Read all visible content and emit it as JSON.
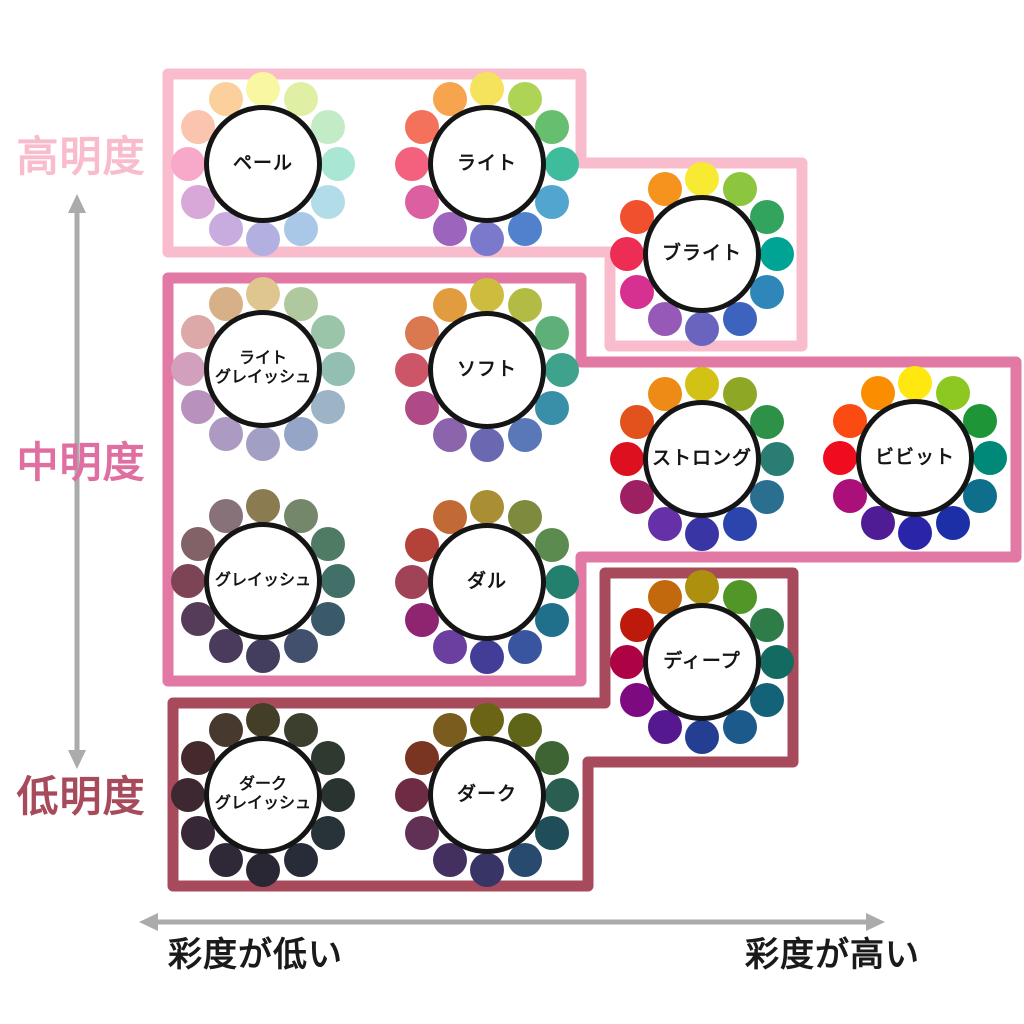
{
  "axes": {
    "lightness": {
      "high": "高明度",
      "mid": "中明度",
      "low": "低明度",
      "high_color": "#F8BCCC",
      "mid_color": "#DE6FA0",
      "low_color": "#A74B5C",
      "arrow_color": "#ABABAB"
    },
    "saturation": {
      "low": "彩度が低い",
      "high": "彩度が高い",
      "text_color": "#1A1A1A",
      "arrow_color": "#ABABAB"
    }
  },
  "groups": {
    "high": {
      "border_color": "#F8BCCC"
    },
    "mid": {
      "border_color": "#E279A4"
    },
    "low": {
      "border_color": "#A74B5C"
    }
  },
  "rings": {
    "pale": {
      "label": "ペール",
      "colors": [
        "#FAF7A3",
        "#DFF0A4",
        "#C2EBC6",
        "#A9E6D4",
        "#B2DCE8",
        "#A9C8E8",
        "#B3AFE0",
        "#C8ACE0",
        "#D8A9D8",
        "#F8A8C8",
        "#FAC4AE",
        "#FBD09C"
      ]
    },
    "light": {
      "label": "ライト",
      "colors": [
        "#F6E35D",
        "#ADD455",
        "#66BE6E",
        "#3FBC9C",
        "#52A5CE",
        "#5181CC",
        "#7B79CB",
        "#9C64BC",
        "#DC5FA2",
        "#F4617E",
        "#F4715C",
        "#F6A44E"
      ]
    },
    "bright": {
      "label": "ブライト",
      "colors": [
        "#F8E933",
        "#8CC63F",
        "#33A45E",
        "#00A495",
        "#2F86B8",
        "#3C63BE",
        "#6965BE",
        "#9659B8",
        "#D63090",
        "#EE2D55",
        "#F1502F",
        "#F6921E"
      ]
    },
    "light_grayish": {
      "label": "ライト\nグレイッシュ",
      "colors": [
        "#DFC68F",
        "#B0C89E",
        "#9BC5A9",
        "#92BFB2",
        "#9DB4C6",
        "#95A5C8",
        "#A29FC5",
        "#AD9AC2",
        "#B892BC",
        "#D2A0BC",
        "#DCA8A8",
        "#D8B088"
      ]
    },
    "soft": {
      "label": "ソフト",
      "colors": [
        "#CDBC3E",
        "#B2BC45",
        "#5FB078",
        "#3FA28C",
        "#3A8FA8",
        "#5A77B8",
        "#6B68B2",
        "#8B64AC",
        "#B04A86",
        "#CC5668",
        "#DA7850",
        "#E29C40"
      ]
    },
    "strong": {
      "label": "ストロング",
      "colors": [
        "#D2C215",
        "#8EA826",
        "#2E9148",
        "#2A7D72",
        "#2A6E90",
        "#2C45AC",
        "#3A35A5",
        "#6630A8",
        "#9C2062",
        "#DD1020",
        "#E2521C",
        "#EE8A16"
      ]
    },
    "vivid": {
      "label": "ビビット",
      "colors": [
        "#FFE810",
        "#8CC821",
        "#1E9638",
        "#008878",
        "#0E6E8C",
        "#1C2FA6",
        "#2A24A8",
        "#4F1C96",
        "#AA0F7A",
        "#EE0C1E",
        "#FB4A12",
        "#FB8D00"
      ]
    },
    "grayish": {
      "label": "グレイッシュ",
      "colors": [
        "#8B7B51",
        "#74876B",
        "#4F7A64",
        "#417068",
        "#3A5A6A",
        "#42506E",
        "#443E5E",
        "#4A3A5C",
        "#553D59",
        "#7D4456",
        "#826266",
        "#877279"
      ]
    },
    "dull": {
      "label": "ダル",
      "colors": [
        "#A98E33",
        "#7E8B3E",
        "#5C8B50",
        "#23806F",
        "#20708C",
        "#3A55A0",
        "#423E98",
        "#6B3FA0",
        "#8F2470",
        "#A04357",
        "#B44238",
        "#C26A35"
      ]
    },
    "deep": {
      "label": "ディープ",
      "colors": [
        "#AD900E",
        "#529627",
        "#2E7D49",
        "#136A60",
        "#136278",
        "#1D5A8C",
        "#243E92",
        "#55188E",
        "#7E0A82",
        "#AD0345",
        "#BE1A0C",
        "#C2690E"
      ]
    },
    "dark_grayish": {
      "label": "ダーク\nグレイッシュ",
      "colors": [
        "#433E28",
        "#3C3F2D",
        "#30392F",
        "#293430",
        "#283339",
        "#272C38",
        "#2A2734",
        "#2F2836",
        "#372838",
        "#3D2730",
        "#44292D",
        "#48392F"
      ]
    },
    "dark": {
      "label": "ダーク",
      "colors": [
        "#6B6414",
        "#5E6418",
        "#3E6434",
        "#2A5E50",
        "#1F4E58",
        "#274A6E",
        "#383465",
        "#443060",
        "#603055",
        "#6E2C44",
        "#7A3422",
        "#7A5C1E"
      ]
    }
  }
}
